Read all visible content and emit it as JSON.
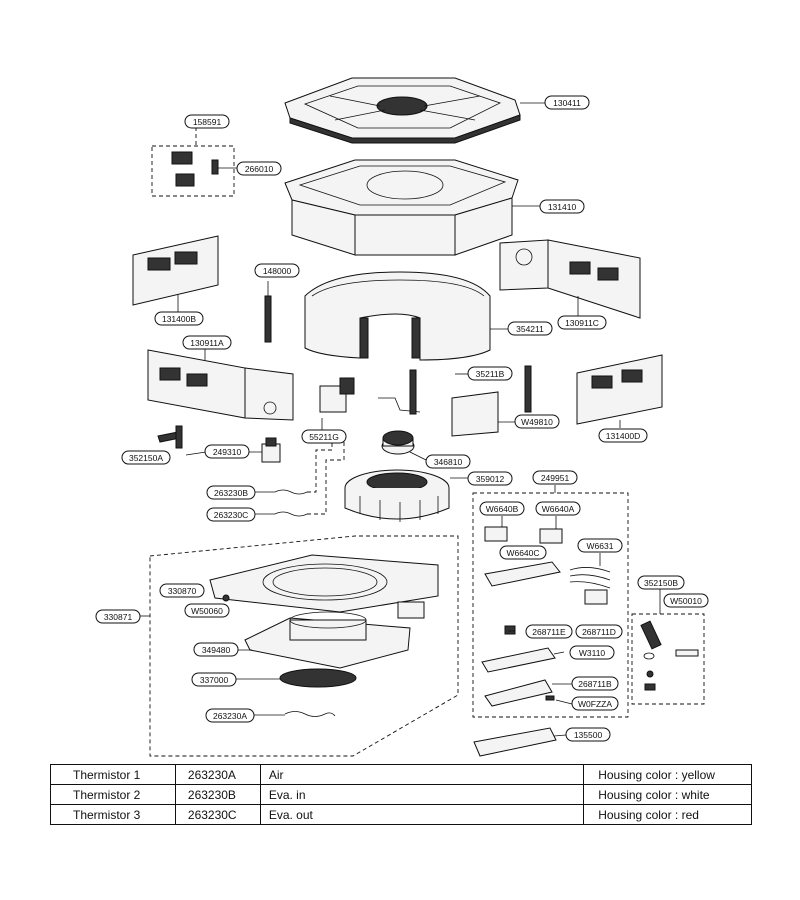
{
  "part_labels": {
    "p130411": "130411",
    "p158591": "158591",
    "p266010": "266010",
    "p131410": "131410",
    "p148000": "148000",
    "p131400B": "131400B",
    "p130911C": "130911C",
    "p354211": "354211",
    "p130911A": "130911A",
    "p35211B": "35211B",
    "pW49810": "W49810",
    "p131400D": "131400D",
    "p55211G": "55211G",
    "p352150A": "352150A",
    "p249310": "249310",
    "p346810": "346810",
    "p359012": "359012",
    "p249951": "249951",
    "p263230B": "263230B",
    "p263230C": "263230C",
    "pW6640B": "W6640B",
    "pW6640A": "W6640A",
    "pW6640C": "W6640C",
    "pW6631": "W6631",
    "p330870": "330870",
    "pW50060": "W50060",
    "p330871": "330871",
    "p352150B": "352150B",
    "pW50010": "W50010",
    "p268711E": "268711E",
    "p268711D": "268711D",
    "p349480": "349480",
    "pW3110": "W3110",
    "p337000": "337000",
    "p268711B": "268711B",
    "pW0FZZA": "W0FZZA",
    "p263230A": "263230A",
    "p135500": "135500"
  },
  "thermistor_table": [
    {
      "name": "Thermistor 1",
      "part": "263230A",
      "location": "Air",
      "housing": "Housing color : yellow"
    },
    {
      "name": "Thermistor 2",
      "part": "263230B",
      "location": "Eva. in",
      "housing": "Housing color : white"
    },
    {
      "name": "Thermistor 3",
      "part": "263230C",
      "location": "Eva. out",
      "housing": "Housing color : red"
    }
  ]
}
